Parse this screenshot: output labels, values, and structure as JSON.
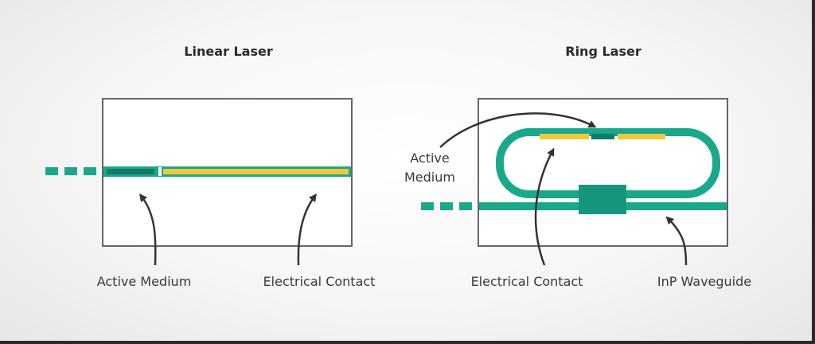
{
  "linear": {
    "title": "Linear Laser",
    "labels": {
      "active_medium": "Active Medium",
      "electrical_contact": "Electrical Contact"
    }
  },
  "ring": {
    "title": "Ring Laser",
    "labels": {
      "active_medium_line1": "Active",
      "active_medium_line2": "Medium",
      "electrical_contact": "Electrical Contact",
      "waveguide": "InP Waveguide"
    }
  },
  "colors": {
    "waveguide": "#1aa88a",
    "active_medium": "#137a66",
    "contact": "#f2c83a",
    "frame": "#666666",
    "arrow": "#333333",
    "bottom_rule": "#2a2a2a"
  }
}
